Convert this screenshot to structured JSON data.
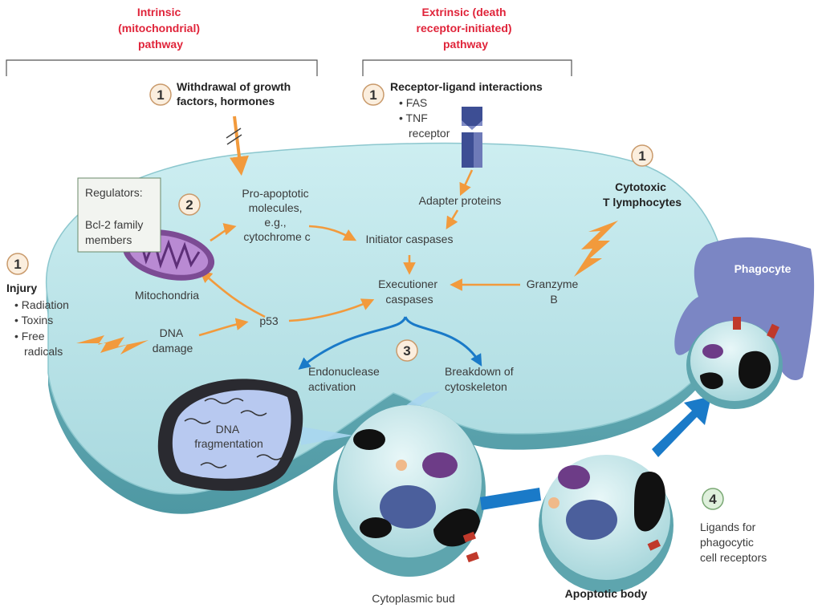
{
  "pathways": {
    "intrinsic": [
      "Intrinsic",
      "(mitochondrial)",
      "pathway"
    ],
    "extrinsic": [
      "Extrinsic (death",
      "receptor-initiated)",
      "pathway"
    ]
  },
  "steps": {
    "withdrawal": {
      "num": "1",
      "lines": [
        "Withdrawal of growth",
        "factors, hormones"
      ]
    },
    "receptor": {
      "num": "1",
      "title": "Receptor-ligand interactions",
      "items": [
        "• FAS",
        "• TNF",
        "receptor"
      ]
    },
    "ctl": {
      "num": "1",
      "lines": [
        "Cytotoxic",
        "T lymphocytes"
      ]
    },
    "injury": {
      "num": "1",
      "title": "Injury",
      "items": [
        "• Radiation",
        "• Toxins",
        "• Free",
        "radicals"
      ]
    },
    "mito": {
      "num": "2"
    },
    "executioner_step": {
      "num": "3"
    },
    "phago_step": {
      "num": "4"
    }
  },
  "regulators": [
    "Regulators:",
    "Bcl-2 family",
    "members"
  ],
  "labels": {
    "pro_apoptotic": [
      "Pro-apoptotic",
      "molecules,",
      "e.g.,",
      "cytochrome c"
    ],
    "adapter": "Adapter proteins",
    "initiator": "Initiator caspases",
    "executioner": [
      "Executioner",
      "caspases"
    ],
    "granzyme": [
      "Granzyme",
      "B"
    ],
    "mitochondria": "Mitochondria",
    "p53": "p53",
    "dna_damage": [
      "DNA",
      "damage"
    ],
    "endonuclease": [
      "Endonuclease",
      "activation"
    ],
    "breakdown": [
      "Breakdown of",
      "cytoskeleton"
    ],
    "dna_frag": [
      "DNA",
      "fragmentation"
    ],
    "cytoplasmic_bud": "Cytoplasmic bud",
    "apoptotic_body": "Apoptotic body",
    "phagocyte": "Phagocyte",
    "ligands": [
      "Ligands for",
      "phagocytic",
      "cell receptors"
    ]
  },
  "colors": {
    "cell": "#bfe6ea",
    "cell_edge": "#7fbfc6",
    "arrow": "#f29a3c",
    "blue_arrow": "#1a7ac8",
    "title_red": "#e0243a",
    "phagocyte": "#7b86c4",
    "step_circle": "#fbeede"
  }
}
